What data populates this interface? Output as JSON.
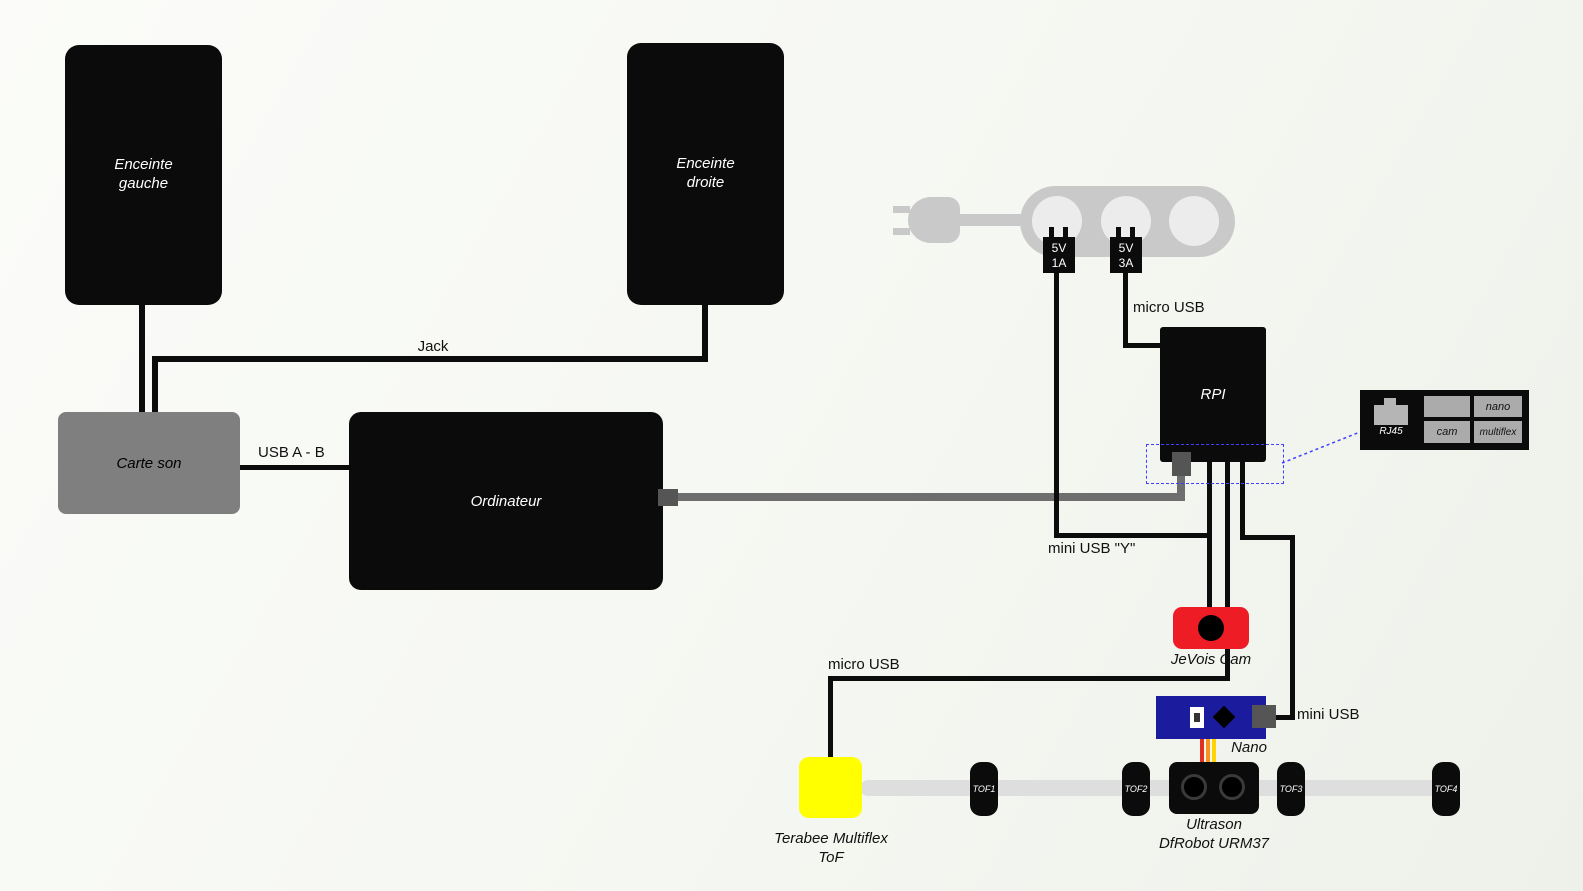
{
  "nodes": {
    "enceinte_gauche": {
      "line1": "Enceinte",
      "line2": "gauche"
    },
    "enceinte_droite": {
      "line1": "Enceinte",
      "line2": "droite"
    },
    "carte_son": "Carte son",
    "ordinateur": "Ordinateur",
    "rpi": "RPI",
    "adapter_1a": {
      "line1": "5V",
      "line2": "1A"
    },
    "adapter_3a": {
      "line1": "5V",
      "line2": "3A"
    },
    "jevois": "JeVois Cam",
    "nano": "Nano",
    "terabee": {
      "line1": "Terabee Multiflex",
      "line2": "ToF"
    },
    "ultrason": {
      "line1": "Ultrason",
      "line2": "DfRobot URM37"
    },
    "tof": [
      "TOF1",
      "TOF2",
      "TOF3",
      "TOF4"
    ]
  },
  "cables": {
    "jack": "Jack",
    "usb_ab": "USB A - B",
    "micro_usb_rpi": "micro USB",
    "mini_usb_y": "mini USB \"Y\"",
    "micro_usb_tof": "micro USB",
    "mini_usb_nano": "mini USB"
  },
  "inset": {
    "rj45": "RJ45",
    "nano": "nano",
    "cam": "cam",
    "multiflex": "multiflex"
  },
  "colors": {
    "wire_black": "#0c0c0c",
    "cable_gray": "#6e6e6e",
    "strip_gray": "#c9c9c9",
    "bus_gray": "#dedede",
    "jevois_red": "#ee1c25",
    "nano_blue": "#1b1b9e",
    "terabee_yellow": "#ffff00",
    "callout_blue": "#4040ff"
  }
}
